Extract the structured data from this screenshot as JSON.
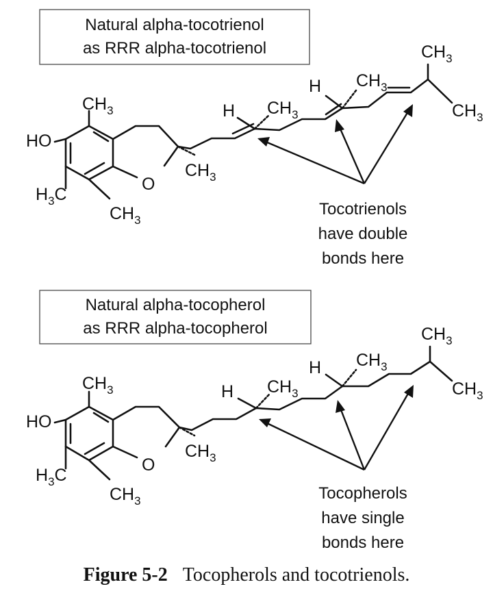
{
  "tocotrienol": {
    "box_line1": "Natural alpha-tocotrienol",
    "box_line2": "as RRR alpha-tocotrienol",
    "note_line1": "Tocotrienols",
    "note_line2": "have double",
    "note_line3": "bonds here"
  },
  "tocopherol": {
    "box_line1": "Natural alpha-tocopherol",
    "box_line2": "as RRR alpha-tocopherol",
    "note_line1": "Tocopherols",
    "note_line2": "have single",
    "note_line3": "bonds here"
  },
  "atoms": {
    "ch": "CH",
    "c": "C",
    "h_atom": "H",
    "ho": "HO",
    "o": "O",
    "sub3": "3"
  },
  "caption": {
    "label": "Figure 5-2",
    "text": "Tocopherols and tocotrienols."
  }
}
